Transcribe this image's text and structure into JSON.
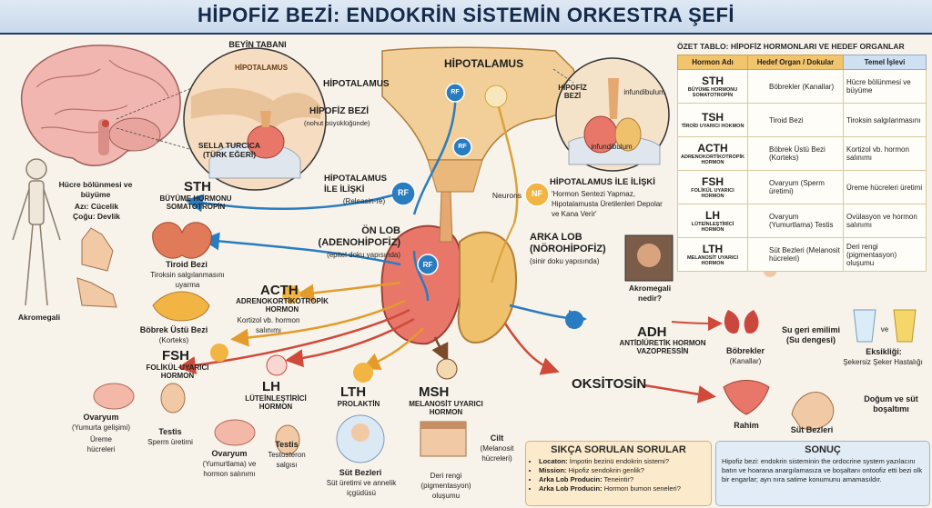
{
  "title": "HİPOFİZ BEZİ: ENDOKRİN SİSTEMİN ORKESTRA ŞEFİ",
  "brain_panel": {
    "beyin_tabani": "BEYİN TABANI",
    "hipotalamus_inset": "HİPOTALAMUS",
    "hipotalamus": "HİPOTALAMUS",
    "hipofiz_bezi": "HİPOFİZ BEZİ",
    "hipofiz_note": "(nohut büyüklüğünde)",
    "sella": "SELLA TURCICA",
    "sella_note": "(TÜRK EĞERİ)"
  },
  "center": {
    "hipotalamus": "HİPOTALAMUS",
    "rf": "RF",
    "nf": "NF",
    "hipofiz_bezi_small": "HİPOFİZ BEZİ",
    "infundibulum": "infundibulum",
    "rel_left_title": "HİPOTALAMUS İLE İLİŞKİ",
    "rel_left_note": "(Releasin-re)",
    "rel_right_title": "HİPOTALAMUS İLE İLİŞKİ",
    "rel_right_quote": "'Hormon Sentezi Yapmaz, Hipotalamusta Üretilenleri Depolar ve Kana Verir'",
    "neurons": "Neurons",
    "on_lob": "ÖN LOB",
    "on_lob_sub": "(ADENOHİPOFİZ)",
    "on_lob_note": "(epitel doku yapısında)",
    "arka_lob": "ARKA LOB",
    "arka_lob_sub": "(NÖROHİPOFİZ)",
    "arka_lob_note": "(sinir doku yapısında)"
  },
  "left_side": {
    "sth_effect": "Hücre bölünmesi ve büyüme",
    "sth_azi": "Azı: Cücelik",
    "sth_cogu": "Çoğu: Devlik",
    "akromegali": "Akromegali",
    "sth": "STH",
    "sth_name": "BÜYÜME HORMONU SOMATOTROPİN",
    "tiroid": "Tiroid Bezi",
    "tiroid_note": "Tiroksin salgılanmasını uyarma",
    "acth": "ACTH",
    "acth_name": "ADRENOKORTİKOTROPİK HORMON",
    "acth_note": "Kortizol vb. hormon salınımı",
    "bobrek_ustu": "Böbrek Üstü Bezi",
    "bobrek_ustu_note": "(Korteks)",
    "fsh": "FSH",
    "fsh_name": "FOLİKÜL UYARICI HORMON",
    "ovaryum": "Ovaryum",
    "ovaryum_note": "(Yumurta gelişimi)",
    "ureme": "Üreme hücreleri",
    "testis": "Testis",
    "testis_note": "Sperm üretimi",
    "lh": "LH",
    "lh_name": "LÜTEİNLEŞTİRİCİ HORMON",
    "lh_ovaryum": "Ovaryum",
    "lh_ovaryum_note": "(Yumurtlama) ve hormon salınımı",
    "lh_testis": "Testis",
    "lh_testis_note": "Testosteron salgısı",
    "lth": "LTH",
    "lth_name": "PROLAKTİN",
    "sut_bezleri": "Süt Bezleri",
    "sut_note": "Süt üretimi ve annelik içgüdüsü",
    "msh": "MSH",
    "msh_name": "MELANOSİT UYARICI HORMON",
    "cilt": "Cilt",
    "cilt_note": "(Melanosit hücreleri)",
    "msh_note": "Deri rengi (pigmentasyon) oluşumu"
  },
  "right_side": {
    "akromegali_q": "Akromegali nedir?",
    "adh": "ADH",
    "adh_name": "ANTİDİÜRETİK HORMON VAZOPRESSİN",
    "bobrekler": "Böbrekler",
    "bobrekler_note": "(Kanallar)",
    "su_geri": "Su geri emilimi",
    "su_dengesi": "(Su dengesi)",
    "ve": "ve",
    "eksikligi": "Eksikliği:",
    "eksikligi_note": "Şekersiz Şeker Hastalığı",
    "oksitosin": "OKSİTOSİN",
    "rahim": "Rahim",
    "sut_bezleri": "Süt Bezleri",
    "dogum": "Doğum ve süt boşaltımı"
  },
  "table": {
    "title": "ÖZET TABLO: HİPOFİZ HORMONLARI VE HEDEF ORGANLAR",
    "headers": [
      "Hormon Adı",
      "Hedef Organ / Dokular",
      "Temel İşlevi"
    ],
    "rows": [
      {
        "code": "STH",
        "name": "BÜYÜME HORMONU SOMATOTROPİN",
        "organ": "Böbrekler (Kanallar)",
        "fn": "Hücre bölünmesi ve büyüme"
      },
      {
        "code": "TSH",
        "name": "TİROİD UYARICI HOKMON",
        "organ": "Tiroid Bezi",
        "fn": "Tiroksin salgılanmasını"
      },
      {
        "code": "ACTH",
        "name": "ADRENOKORTİKOTROPİK HORMON",
        "organ": "Böbrek Üstü Bezi (Korteks)",
        "fn": "Kortizol vb. hormon salınımı"
      },
      {
        "code": "FSH",
        "name": "FOLİKÜL UYARICI HORMON",
        "organ": "Ovaryum (Sperm üretimi)",
        "fn": "Üreme hücreleri üretimi"
      },
      {
        "code": "LH",
        "name": "LÜTEİNLEŞTİRİCİ HORMON",
        "organ": "Ovaryum (Yumurtlama) Testis",
        "fn": "Ovülasyon ve hormon salınımı"
      },
      {
        "code": "LTH",
        "name": "MELANOSİT UYARICI HORMON",
        "organ": "Süt Bezleri (Melanosit hücreleri)",
        "fn": "Deri rengi (pigmentasyon) oluşumu"
      }
    ]
  },
  "faq": {
    "title": "SIKÇA SORULAN SORULAR",
    "items": [
      {
        "k": "Locaton:",
        "v": "İmpotin bezinü endokrin sistemi?"
      },
      {
        "k": "Mission:",
        "v": "Hipofiz sendokrin genlik?"
      },
      {
        "k": "Arka Lob Producin:",
        "v": "Teneintir?"
      },
      {
        "k": "Arka Lob Producin:",
        "v": "Hormon bumon seneleri?"
      }
    ]
  },
  "sonuc": {
    "title": "SONUÇ",
    "text": "Hipofiz bezi: endokrin sisteminin the ordocrine system yazılacını batın ve hoarana anargılamasıza ve boşaltanı ontoofiz etti bezi olk bir engarlar; ayn nıra satime konumunu amamasıldır."
  },
  "colors": {
    "accent": "#1d3b63",
    "gland": "#e8776a",
    "posterior": "#f0c16c",
    "blue_arrow": "#2a7cc0",
    "red_arrow": "#cf4a3b",
    "orange_arrow": "#e39b2c"
  }
}
